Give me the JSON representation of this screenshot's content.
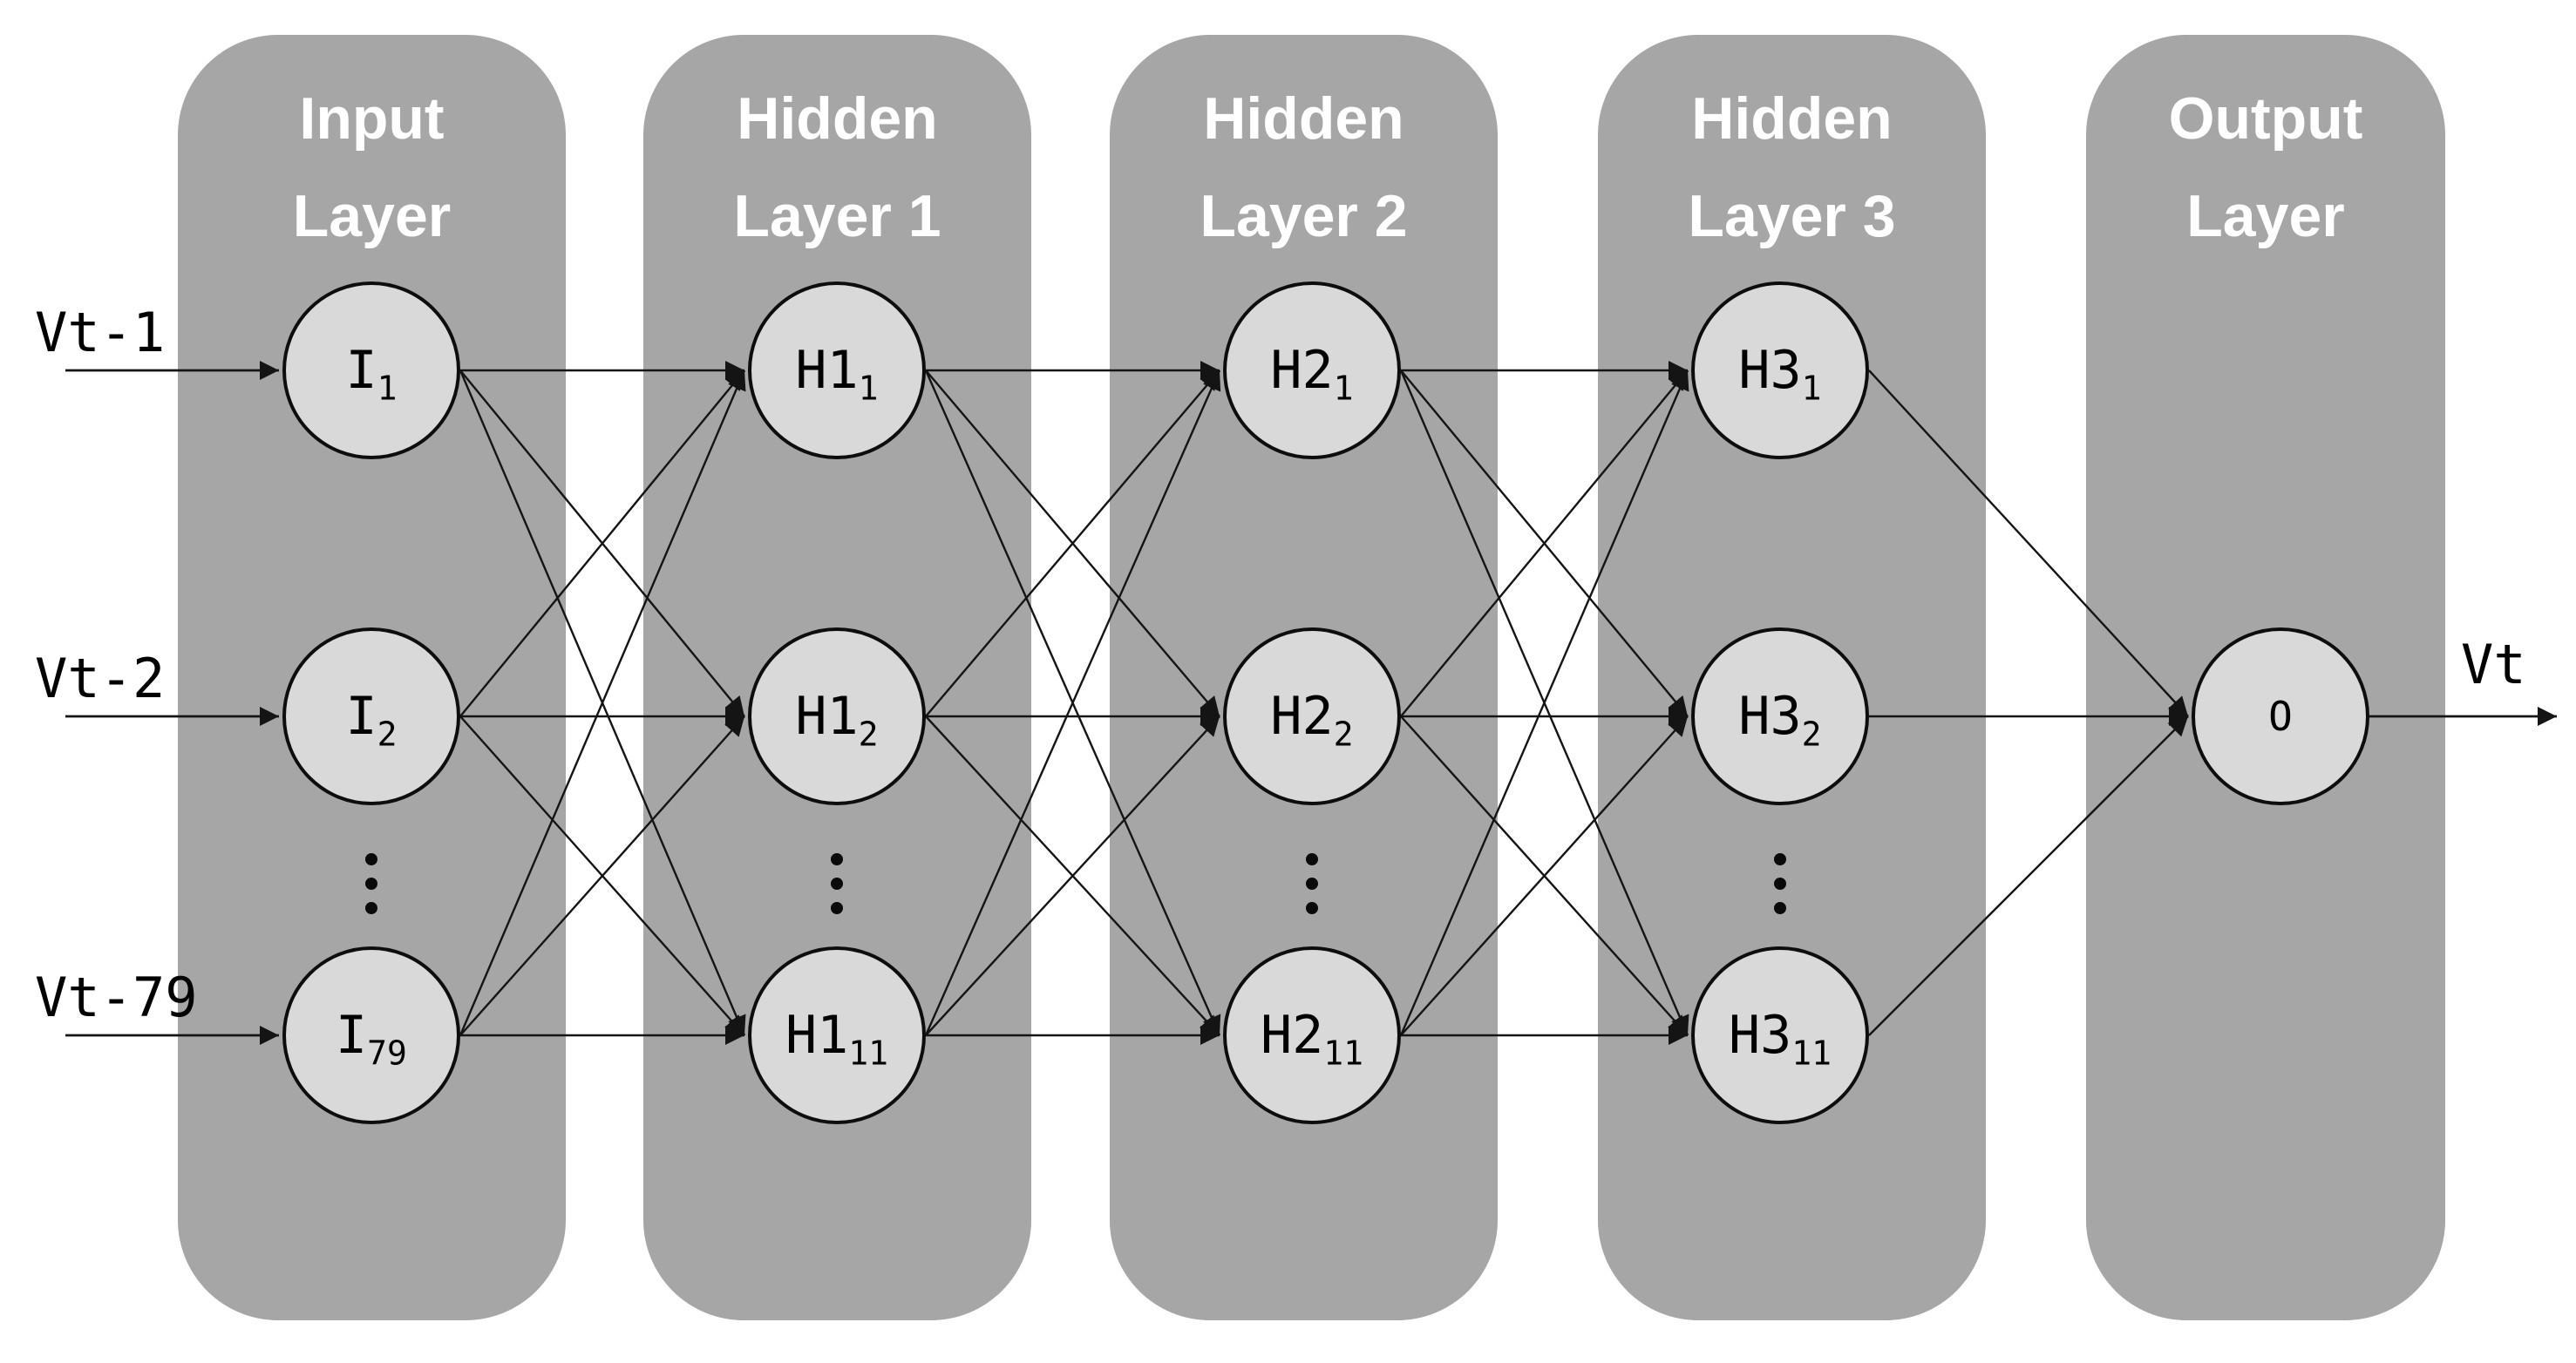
{
  "colors": {
    "background": "#ffffff",
    "column_fill": "#a6a6a6",
    "node_fill": "#d9d9d9",
    "node_border": "#0d0d0d",
    "connector": "#141414",
    "title_text": "#ffffff",
    "label_text": "#000000"
  },
  "layers": [
    {
      "title_lines": [
        "Input",
        "Layer"
      ],
      "nodes": [
        {
          "label": "I",
          "sub": "1"
        },
        {
          "label": "I",
          "sub": "2"
        },
        {
          "label": "I",
          "sub": "79"
        }
      ],
      "ellipsis": true
    },
    {
      "title_lines": [
        "Hidden",
        "Layer 1"
      ],
      "nodes": [
        {
          "label": "H1",
          "sub": "1"
        },
        {
          "label": "H1",
          "sub": "2"
        },
        {
          "label": "H1",
          "sub": "11"
        }
      ],
      "ellipsis": true
    },
    {
      "title_lines": [
        "Hidden",
        "Layer 2"
      ],
      "nodes": [
        {
          "label": "H2",
          "sub": "1"
        },
        {
          "label": "H2",
          "sub": "2"
        },
        {
          "label": "H2",
          "sub": "11"
        }
      ],
      "ellipsis": true
    },
    {
      "title_lines": [
        "Hidden",
        "Layer 3"
      ],
      "nodes": [
        {
          "label": "H3",
          "sub": "1"
        },
        {
          "label": "H3",
          "sub": "2"
        },
        {
          "label": "H3",
          "sub": "11"
        }
      ],
      "ellipsis": true
    },
    {
      "title_lines": [
        "Output",
        "Layer"
      ],
      "nodes": [
        {
          "label": "O",
          "sub": ""
        }
      ],
      "ellipsis": false
    }
  ],
  "input_labels": [
    "Vt-1",
    "Vt-2",
    "Vt-79"
  ],
  "output_label": "Vt"
}
